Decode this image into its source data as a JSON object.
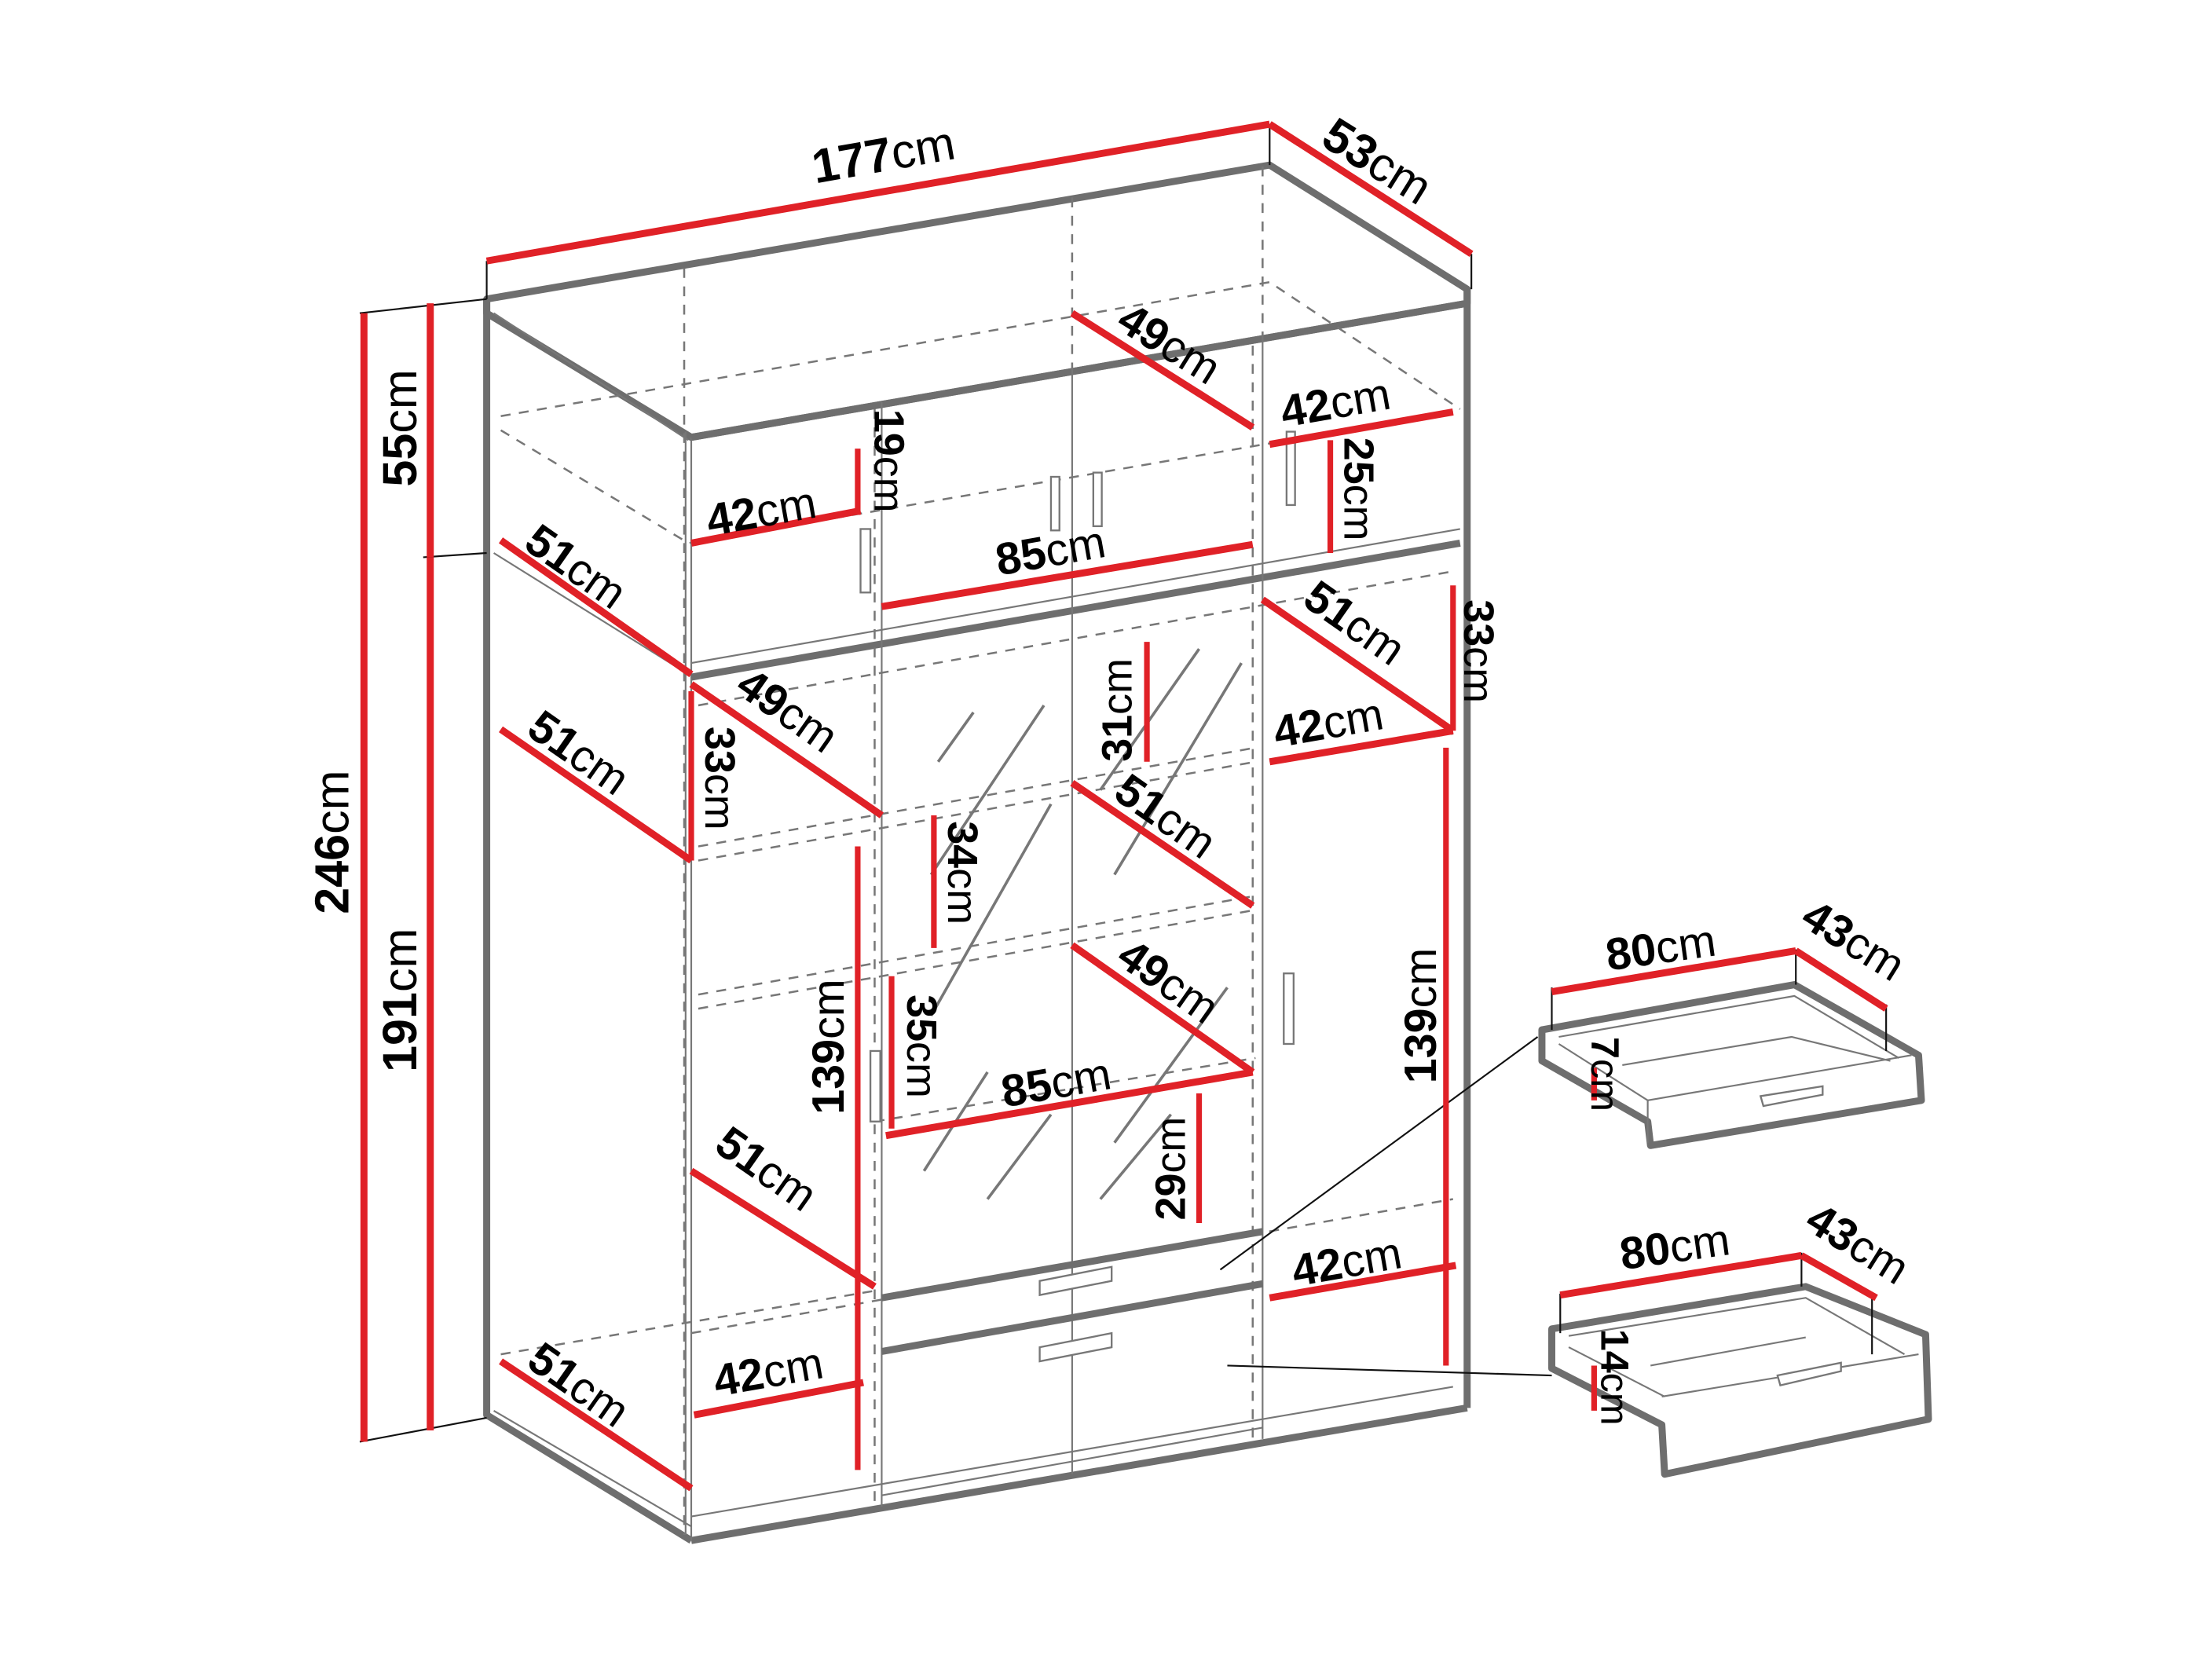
{
  "title": "Wardrobe dimension diagram",
  "unit": "cm",
  "colors": {
    "dimension_line": "#e02127",
    "frame": "#6e6e6e",
    "text": "#000000"
  },
  "overall": {
    "width": "177",
    "depth": "53",
    "height_total": "246",
    "height_top": "55",
    "height_bottom": "191"
  },
  "top_section": {
    "left_width": "42",
    "left_height": "19",
    "center_width": "85",
    "center_depth": "49",
    "right_width": "42",
    "right_height": "25",
    "side_depth": "51"
  },
  "body": {
    "left_depth_1": "51",
    "left_depth_2": "51",
    "left_depth_3": "51",
    "left_depth_4": "51",
    "left_shelf_depth": "49",
    "left_shelf_height": "33",
    "left_compartment_height": "139",
    "left_width_bottom": "42",
    "center_shelf_1_height": "34",
    "center_shelf_2_height": "35",
    "center_width": "85",
    "center_right_height_top": "31",
    "center_right_depth": "51",
    "center_lower_depth": "49",
    "center_lower_height": "29",
    "right_depth": "51",
    "right_width_top": "42",
    "right_height_top": "33",
    "right_compartment_height": "139",
    "right_width_bottom": "42"
  },
  "drawers": [
    {
      "name": "small-drawer",
      "width": "80",
      "depth": "43",
      "height": "7"
    },
    {
      "name": "large-drawer",
      "width": "80",
      "depth": "43",
      "height": "14"
    }
  ]
}
